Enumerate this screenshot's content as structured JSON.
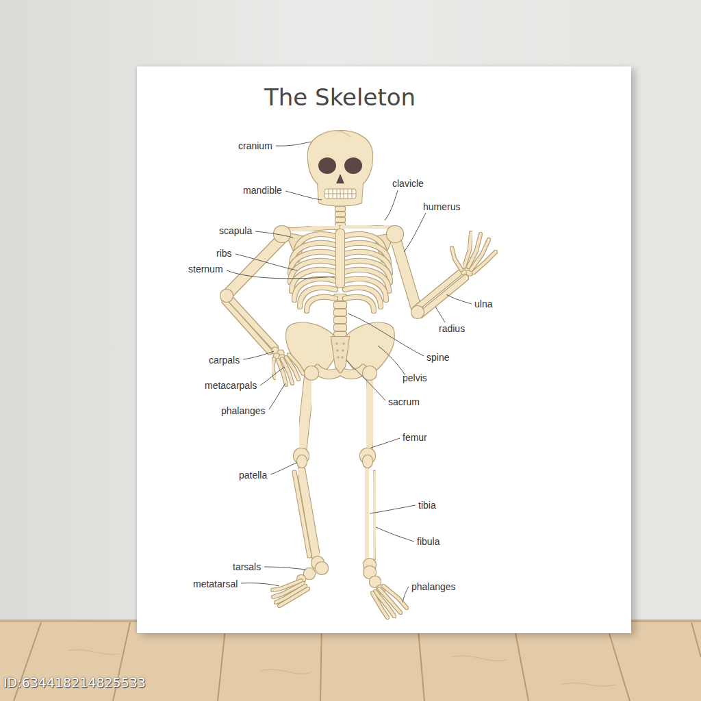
{
  "diagram": {
    "title": "The Skeleton",
    "labels": [
      "cranium",
      "clavicle",
      "mandible",
      "humerus",
      "scapula",
      "ribs",
      "sternum",
      "ulna",
      "radius",
      "spine",
      "carpals",
      "pelvis",
      "metacarpals",
      "sacrum",
      "phalanges",
      "femur",
      "patella",
      "tibia",
      "fibula",
      "tarsals",
      "metatarsal",
      "phalanges",
      "ID:634418214825533"
    ]
  }
}
